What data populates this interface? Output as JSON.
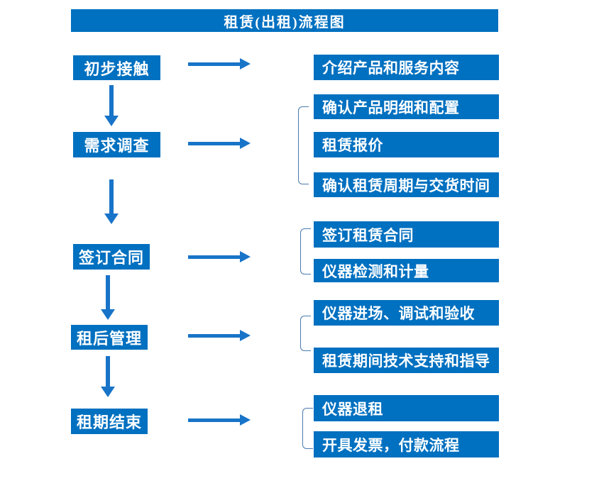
{
  "title": "租赁(出租)流程图",
  "colors": {
    "primary": "#0070C0",
    "arrow": "#1874C8",
    "bracket": "#4A7BAE",
    "text": "#FFFFFF",
    "background": "#FFFFFF"
  },
  "steps": [
    {
      "label": "初步接触",
      "details": [
        "介绍产品和服务内容"
      ]
    },
    {
      "label": "需求调查",
      "details": [
        "确认产品明细和配置",
        "租赁报价",
        "确认租赁周期与交货时间"
      ]
    },
    {
      "label": "签订合同",
      "details": [
        "签订租赁合同",
        "仪器检测和计量"
      ]
    },
    {
      "label": "租后管理",
      "details": [
        "仪器进场、调试和验收",
        "租赁期间技术支持和指导"
      ]
    },
    {
      "label": "租期结束",
      "details": [
        "仪器退租",
        "开具发票，付款流程"
      ]
    }
  ]
}
